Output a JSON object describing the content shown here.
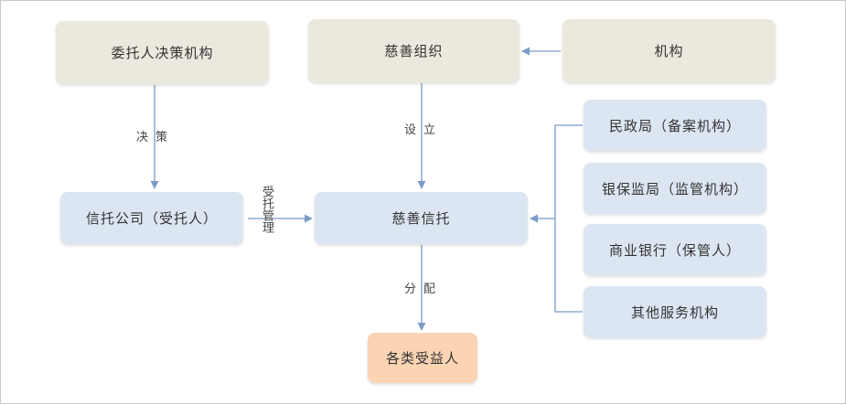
{
  "nodes": {
    "principal": "委托人决策机构",
    "charity": "慈善组织",
    "institution": "机构",
    "trust_company": "信托公司（受托人）",
    "charitable_trust": "慈善信托",
    "beneficiaries": "各类受益人",
    "civil_affairs": "民政局（备案机构）",
    "regulator": "银保监局（监管机构）",
    "custodian": "商业银行（保管人）",
    "other_services": "其他服务机构"
  },
  "edges": {
    "decision": "决策",
    "establish": "设立",
    "manage": "受托管理",
    "distribute": "分配"
  },
  "colors": {
    "top_box": "#ebe8dd",
    "main_box": "#dce6f2",
    "beneficiary_box": "#fbd4b4",
    "arrow": "#7a9cc8"
  }
}
